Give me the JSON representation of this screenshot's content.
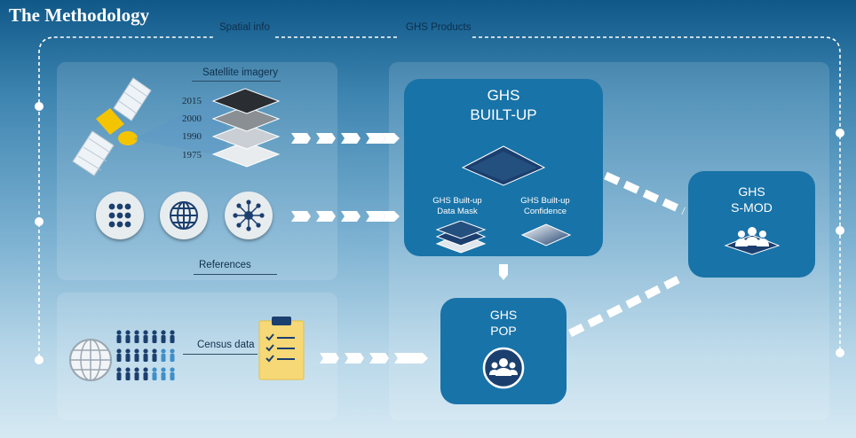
{
  "title": "The Methodology",
  "sections": {
    "spatial_info": "Spatial info",
    "ghs_products": "GHS Products"
  },
  "inputs": {
    "satellite_imagery_label": "Satellite imagery",
    "years": [
      "2015",
      "2000",
      "1990",
      "1975"
    ],
    "references_label": "References",
    "census_label": "Census data"
  },
  "products": {
    "built_up": {
      "line1": "GHS",
      "line2": "BUILT-UP"
    },
    "data_mask": {
      "line1": "GHS Built-up",
      "line2": "Data Mask"
    },
    "confidence": {
      "line1": "GHS Built-up",
      "line2": "Confidence"
    },
    "smod": {
      "line1": "GHS",
      "line2": "S-MOD"
    },
    "pop": {
      "line1": "GHS",
      "line2": "POP"
    }
  },
  "icons": {
    "satellite": "satellite-icon",
    "layers": "satellite-layers-icon",
    "grid": "grid-dots-icon",
    "globe": "globe-icon",
    "network": "network-icon",
    "people": "people-grid-icon",
    "clipboard": "clipboard-checklist-icon",
    "people_group": "people-group-icon"
  },
  "colors": {
    "box": "#1873a8",
    "dark_navy": "#1b3f6e",
    "arrow": "#ffffff",
    "clipboard": "#f6d877"
  }
}
